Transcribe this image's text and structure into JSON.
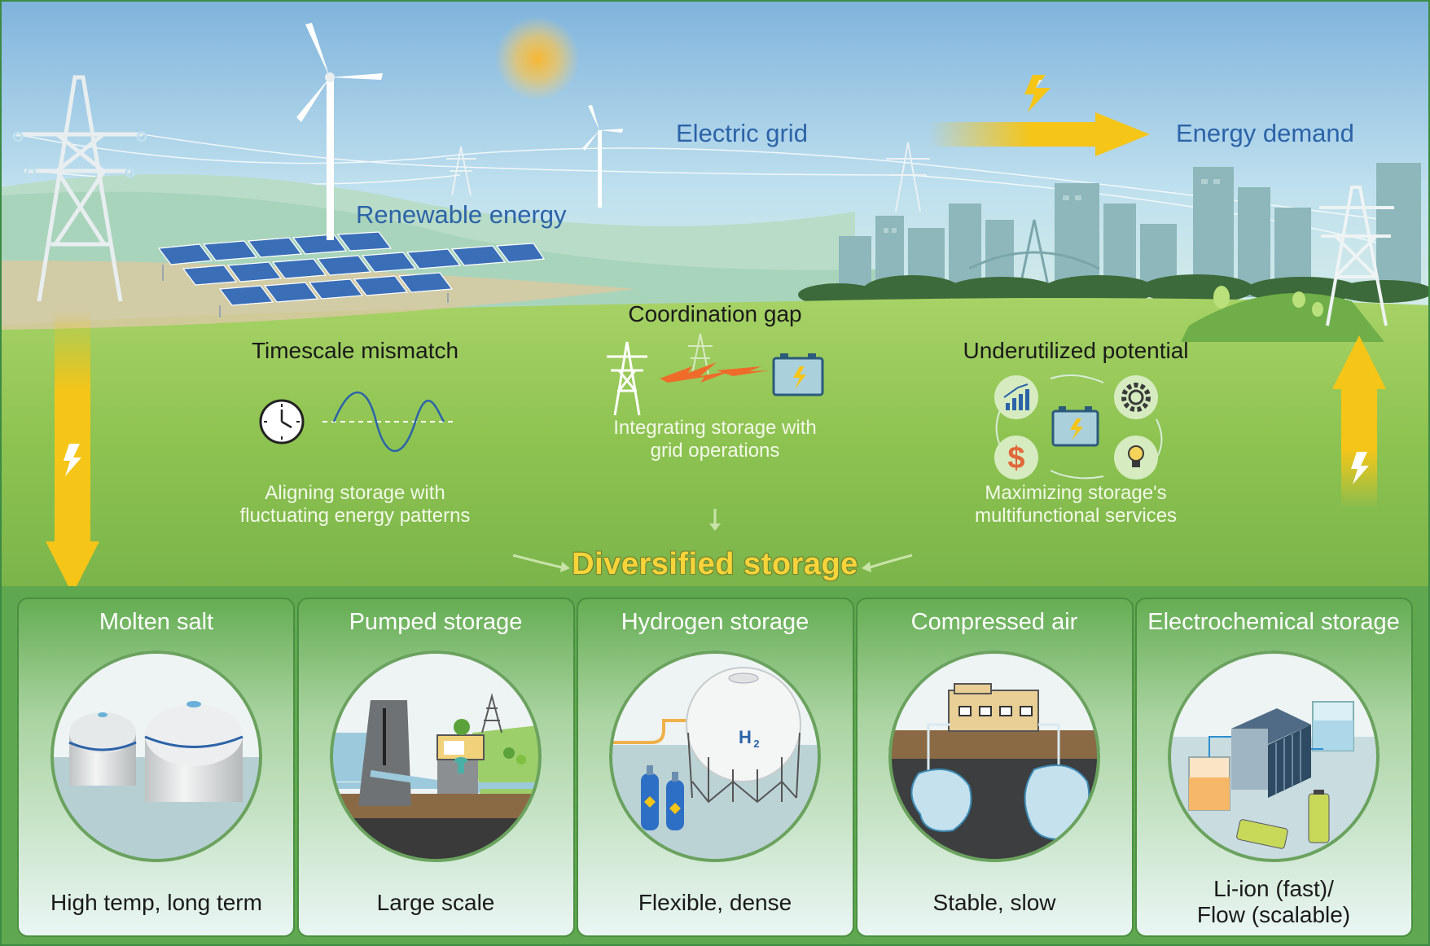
{
  "top_labels": {
    "renewable_energy": "Renewable energy",
    "electric_grid": "Electric grid",
    "energy_demand": "Energy demand"
  },
  "challenges": [
    {
      "title": "Timescale mismatch",
      "description_lines": [
        "Aligning storage with",
        "fluctuating energy patterns"
      ]
    },
    {
      "title": "Coordination gap",
      "description_lines": [
        "Integrating storage with",
        "grid operations"
      ]
    },
    {
      "title": "Underutilized potential",
      "description_lines": [
        "Maximizing storage's",
        "multifunctional services"
      ]
    }
  ],
  "center_title": "Diversified storage",
  "storage_types": [
    {
      "title": "Molten salt",
      "description_lines": [
        "High temp, long term"
      ]
    },
    {
      "title": "Pumped storage",
      "description_lines": [
        "Large scale"
      ]
    },
    {
      "title": "Hydrogen storage",
      "description_lines": [
        "Flexible, dense"
      ]
    },
    {
      "title": "Compressed air",
      "description_lines": [
        "Stable, slow"
      ]
    },
    {
      "title": "Electrochemical storage",
      "description_lines": [
        "Li-ion (fast)/",
        "Flow (scalable)"
      ]
    }
  ],
  "icon_labels": {
    "h2": "H",
    "h2_sub": "2",
    "dollar": "$"
  },
  "colors": {
    "sky_top": "#7fb3dc",
    "grass": "#8cc250",
    "card_panel": "#5fa84f",
    "accent_yellow": "#f5c518",
    "title_blue": "#2c63a8"
  }
}
